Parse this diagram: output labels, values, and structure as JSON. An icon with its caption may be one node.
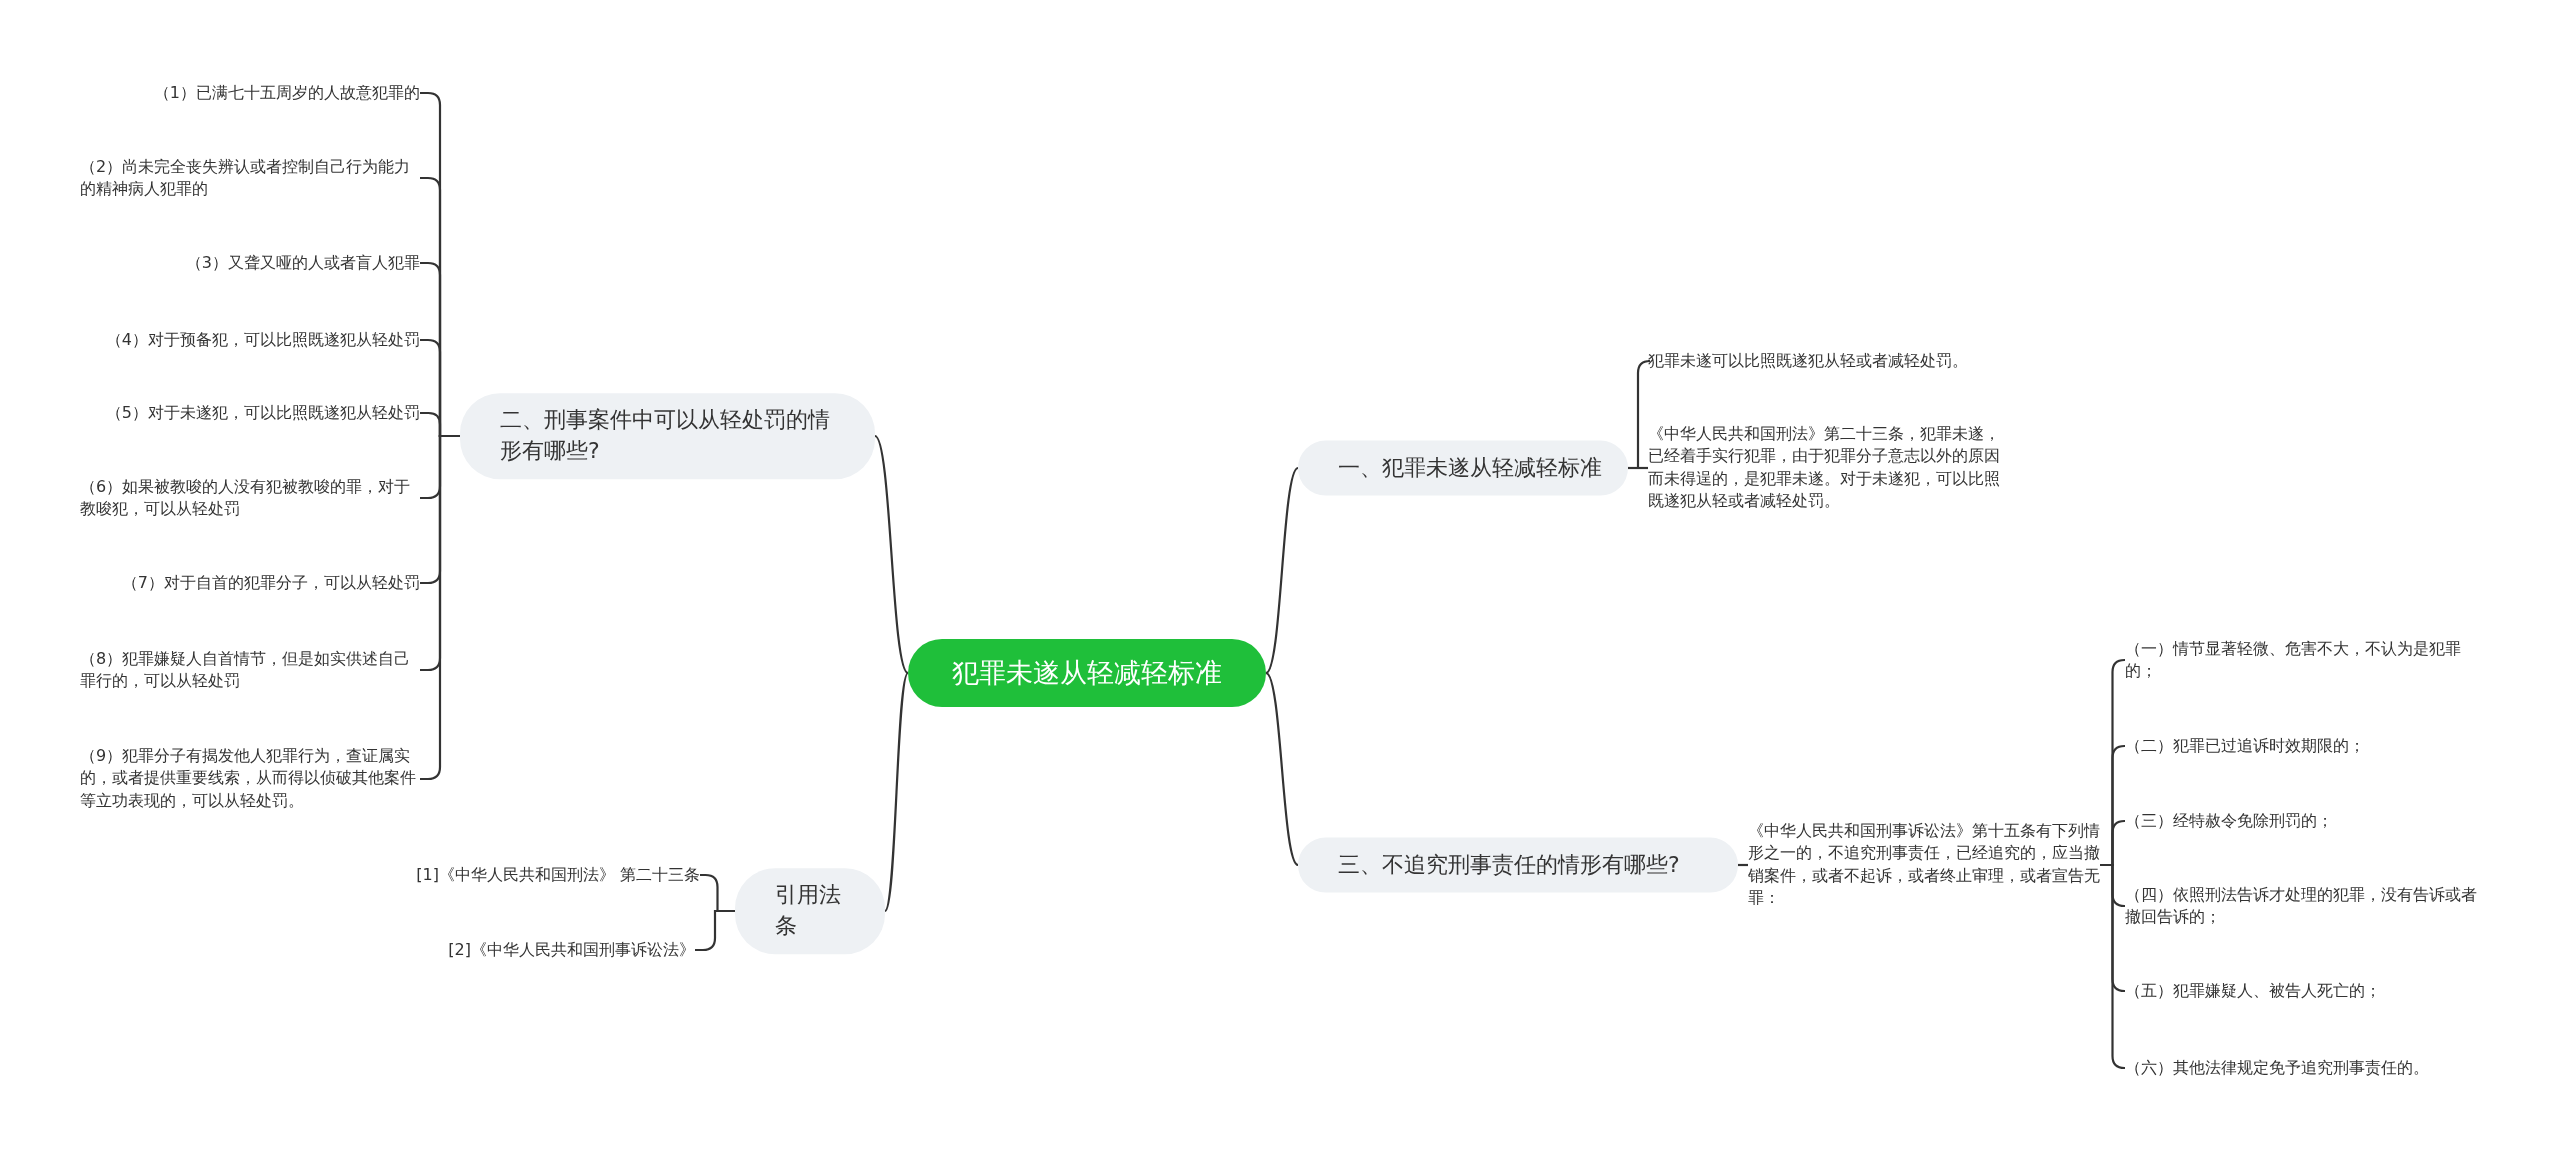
{
  "diagram": {
    "nodes": [
      {
        "text": [
          "犯罪未遂从轻减轻标准"
        ]
      },
      {
        "text": [
          "一、犯罪未遂从轻减轻标准"
        ]
      },
      {
        "text": [
          "犯罪未遂可以比照既遂犯从轻或者减轻处罚。"
        ]
      },
      {
        "text": [
          "《中华人民共和国刑法》第二十三条，犯罪未遂，已经着手实行犯罪，由于犯罪分子意志以外的原因而未得逞的，是犯罪未遂。对于未遂犯，可以比照既遂犯从轻或者减轻处罚。"
        ]
      },
      {
        "text": [
          "二、刑事案件中可以从轻处罚的情形有哪些?"
        ]
      },
      {
        "text": [
          "（1）已满七十五周岁的人故意犯罪的"
        ]
      },
      {
        "text": [
          "（2）尚未完全丧失辨认或者控制自己行为能力的精神病人犯罪的"
        ]
      },
      {
        "text": [
          "（3）又聋又哑的人或者盲人犯罪"
        ]
      },
      {
        "text": [
          "（4）对于预备犯，可以比照既遂犯从轻处罚"
        ]
      },
      {
        "text": [
          "（5）对于未遂犯，可以比照既遂犯从轻处罚"
        ]
      },
      {
        "text": [
          "（6）如果被教唆的人没有犯被教唆的罪，对于教唆犯，可以从轻处罚"
        ]
      },
      {
        "text": [
          "（7）对于自首的犯罪分子，可以从轻处罚"
        ]
      },
      {
        "text": [
          "（8）犯罪嫌疑人自首情节，但是如实供述自己罪行的，可以从轻处罚"
        ]
      },
      {
        "text": [
          "（9）犯罪分子有揭发他人犯罪行为，查证属实的，或者提供重要线索，从而得以侦破其他案件等立功表现的，可以从轻处罚。"
        ]
      },
      {
        "text": [
          "三、不追究刑事责任的情形有哪些?"
        ]
      },
      {
        "text": [
          "《中华人民共和国刑事诉讼法》第十五条有下列情形之一的，不追究刑事责任，已经追究的，应当撤销案件，或者不起诉，或者终止审理，或者宣告无罪："
        ]
      },
      {
        "text": [
          "（一）情节显著轻微、危害不大，不认为是犯罪的；"
        ]
      },
      {
        "text": [
          "（二）犯罪已过追诉时效期限的；"
        ]
      },
      {
        "text": [
          "（三）经特赦令免除刑罚的；"
        ]
      },
      {
        "text": [
          "（四）依照刑法告诉才处理的犯罪，没有告诉或者撤回告诉的；"
        ]
      },
      {
        "text": [
          "（五）犯罪嫌疑人、被告人死亡的；"
        ]
      },
      {
        "text": [
          "（六）其他法律规定免予追究刑事责任的。"
        ]
      },
      {
        "text": [
          "引用法条"
        ]
      },
      {
        "text": [
          "[1]《中华人民共和国刑法》 第二十三条"
        ]
      },
      {
        "text": [
          "[2]《中华人民共和国刑事诉讼法》"
        ]
      }
    ],
    "edges": [
      {
        "from": 0,
        "to": 1,
        "arrow": "none"
      },
      {
        "from": 1,
        "to": 2,
        "arrow": "none"
      },
      {
        "from": 1,
        "to": 3,
        "arrow": "none"
      },
      {
        "from": 0,
        "to": 4,
        "arrow": "none"
      },
      {
        "from": 4,
        "to": 5,
        "arrow": "none"
      },
      {
        "from": 4,
        "to": 6,
        "arrow": "none"
      },
      {
        "from": 4,
        "to": 7,
        "arrow": "none"
      },
      {
        "from": 4,
        "to": 8,
        "arrow": "none"
      },
      {
        "from": 4,
        "to": 9,
        "arrow": "none"
      },
      {
        "from": 4,
        "to": 10,
        "arrow": "none"
      },
      {
        "from": 4,
        "to": 11,
        "arrow": "none"
      },
      {
        "from": 4,
        "to": 12,
        "arrow": "none"
      },
      {
        "from": 4,
        "to": 13,
        "arrow": "none"
      },
      {
        "from": 0,
        "to": 14,
        "arrow": "none"
      },
      {
        "from": 14,
        "to": 15,
        "arrow": "none"
      },
      {
        "from": 15,
        "to": 16,
        "arrow": "none"
      },
      {
        "from": 15,
        "to": 17,
        "arrow": "none"
      },
      {
        "from": 15,
        "to": 18,
        "arrow": "none"
      },
      {
        "from": 15,
        "to": 19,
        "arrow": "none"
      },
      {
        "from": 15,
        "to": 20,
        "arrow": "none"
      },
      {
        "from": 15,
        "to": 21,
        "arrow": "none"
      },
      {
        "from": 0,
        "to": 22,
        "arrow": "none"
      },
      {
        "from": 22,
        "to": 23,
        "arrow": "none"
      },
      {
        "from": 22,
        "to": 24,
        "arrow": "none"
      }
    ]
  }
}
